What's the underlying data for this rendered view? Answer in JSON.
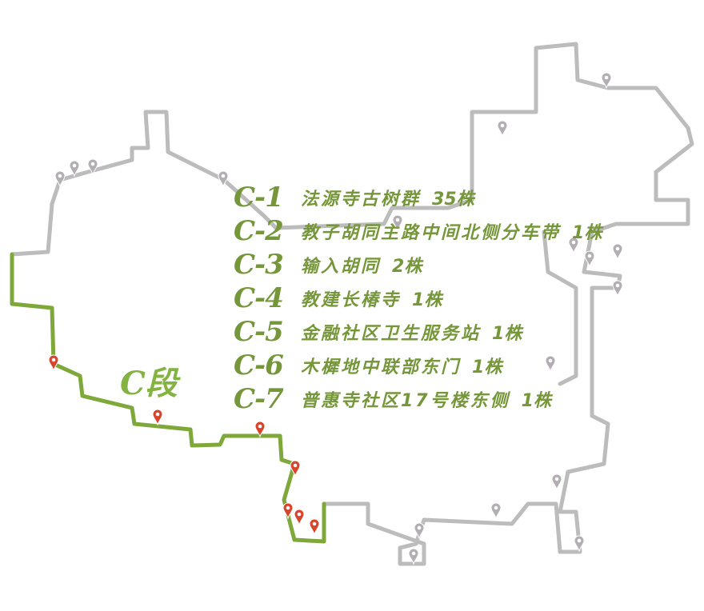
{
  "segment_label": "C段",
  "colors": {
    "highlight": "#7fa83a",
    "outline": "#bcbcbc",
    "pin_active": "#d9442c",
    "pin_inactive": "#b3aeb3",
    "text": "#76963a"
  },
  "legend": [
    {
      "code": "C-1",
      "name": "法源寺古树群",
      "count": "35株"
    },
    {
      "code": "C-2",
      "name": "教子胡同主路中间北侧分车带",
      "count": "1株"
    },
    {
      "code": "C-3",
      "name": "输入胡同",
      "count": "2株"
    },
    {
      "code": "C-4",
      "name": "教建长椿寺",
      "count": "1株"
    },
    {
      "code": "C-5",
      "name": "金融社区卫生服务站",
      "count": "1株"
    },
    {
      "code": "C-6",
      "name": "木樨地中联部东门",
      "count": "1株"
    },
    {
      "code": "C-7",
      "name": "普惠寺社区17号楼东侧",
      "count": "1株"
    }
  ]
}
